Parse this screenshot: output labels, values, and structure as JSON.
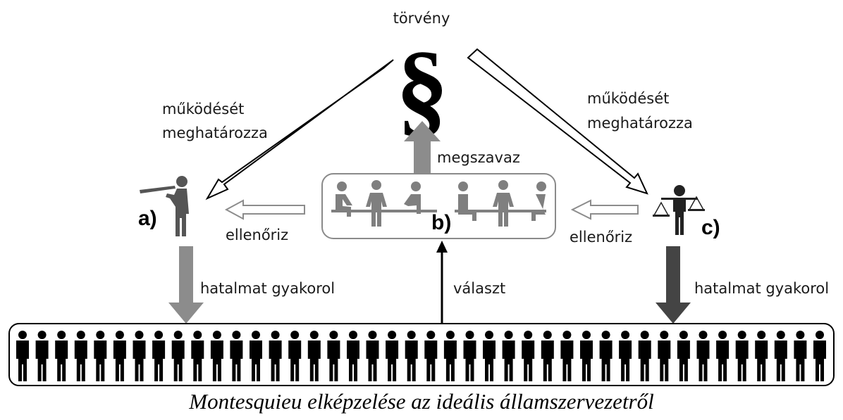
{
  "top": {
    "law_label": "törvény",
    "law_symbol": "§"
  },
  "left_arrow_label": [
    "működését",
    "meghatározza"
  ],
  "right_arrow_label": [
    "működését",
    "meghatározza"
  ],
  "legislature": {
    "marker": "b)",
    "vote_label": "megszavaz"
  },
  "executive": {
    "marker": "a)",
    "controls_label": "ellenőriz",
    "power_label": "hatalmat gyakorol"
  },
  "judiciary": {
    "marker": "c)",
    "controls_label": "ellenőriz",
    "power_label": "hatalmat gyakorol"
  },
  "people": {
    "elects_label": "választ",
    "count": 42
  },
  "caption": "Montesquieu elképzelése az ideális államszervezetről",
  "colors": {
    "dark": "#333333",
    "medium": "#8c8c8c",
    "light_box": "#8a8a8a",
    "black": "#000000"
  }
}
